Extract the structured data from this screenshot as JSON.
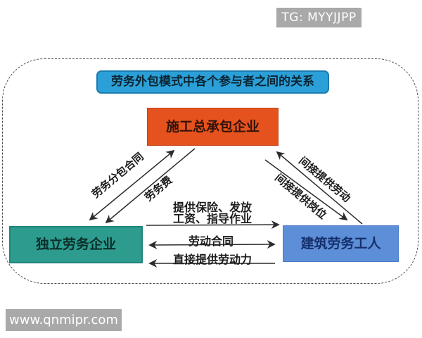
{
  "badge": {
    "text": "TG: MYYJJPP"
  },
  "watermark": {
    "text": "www.qnmipr.com"
  },
  "title": {
    "text": "劳务外包模式中各个参与者之间的关系"
  },
  "nodes": {
    "contractor": {
      "label": "施工总承包企业",
      "color": "#e5521d"
    },
    "labor_company": {
      "label": "独立劳务企业",
      "color": "#2d9b8e"
    },
    "workers": {
      "label": "建筑劳务工人",
      "color": "#5d8ed8"
    }
  },
  "edges": {
    "left": [
      {
        "label": "劳务分包合同",
        "from": "独立劳务企业",
        "to": "施工总承包企业",
        "direction": "both"
      },
      {
        "label": "劳务费",
        "from": "施工总承包企业",
        "to": "独立劳务企业",
        "direction": "down"
      }
    ],
    "right": [
      {
        "label": "间接提供劳动",
        "from": "建筑劳务工人",
        "to": "施工总承包企业",
        "direction": "up"
      },
      {
        "label": "间接提供岗位",
        "from": "施工总承包企业",
        "to": "建筑劳务工人",
        "direction": "down"
      }
    ],
    "middle": [
      {
        "label_line1": "提供保险、发放",
        "label_line2": "工资、指导作业",
        "from": "独立劳务企业",
        "to": "建筑劳务工人",
        "direction": "right"
      },
      {
        "label": "劳动合同",
        "from": "独立劳务企业",
        "to": "建筑劳务工人",
        "direction": "both"
      },
      {
        "label": "直接提供劳动力",
        "from": "建筑劳务工人",
        "to": "独立劳务企业",
        "direction": "left"
      }
    ]
  },
  "colors": {
    "title_bg": "#2ba0d8",
    "badge_bg": "#a9a9a9",
    "arrow": "#2b2b2b",
    "frame_border": "#4a4a4a"
  }
}
